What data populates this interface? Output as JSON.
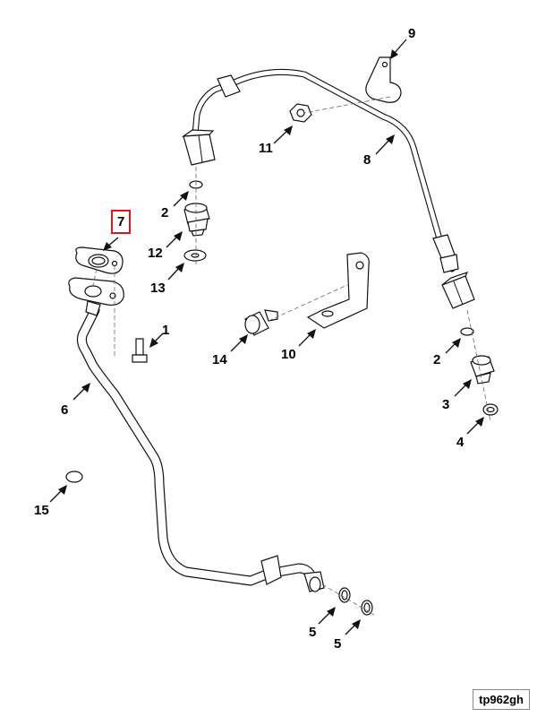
{
  "diagram": {
    "reference_code": "tp962gh",
    "highlighted_callout": "7",
    "callouts": [
      {
        "id": "c9",
        "label": "9"
      },
      {
        "id": "c11",
        "label": "11"
      },
      {
        "id": "c8",
        "label": "8"
      },
      {
        "id": "c2a",
        "label": "2"
      },
      {
        "id": "c7",
        "label": "7"
      },
      {
        "id": "c12",
        "label": "12"
      },
      {
        "id": "c13",
        "label": "13"
      },
      {
        "id": "c1",
        "label": "1"
      },
      {
        "id": "c14",
        "label": "14"
      },
      {
        "id": "c10",
        "label": "10"
      },
      {
        "id": "c2b",
        "label": "2"
      },
      {
        "id": "c3",
        "label": "3"
      },
      {
        "id": "c4",
        "label": "4"
      },
      {
        "id": "c6",
        "label": "6"
      },
      {
        "id": "c15",
        "label": "15"
      },
      {
        "id": "c5a",
        "label": "5"
      },
      {
        "id": "c5b",
        "label": "5"
      }
    ],
    "colors": {
      "line": "#111111",
      "highlight_box": "#e0161b",
      "background": "#ffffff"
    }
  }
}
